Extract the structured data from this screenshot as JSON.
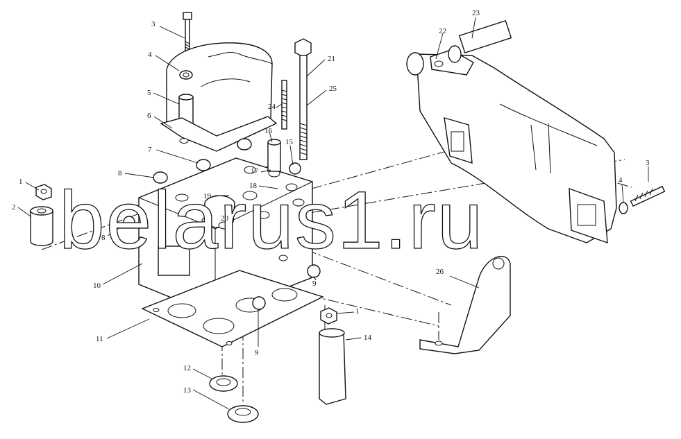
{
  "watermark": "belarus1.ru",
  "callouts": [
    {
      "id": "c3a",
      "text": "3"
    },
    {
      "id": "c4a",
      "text": "4"
    },
    {
      "id": "c5",
      "text": "5"
    },
    {
      "id": "c6",
      "text": "6"
    },
    {
      "id": "c7",
      "text": "7"
    },
    {
      "id": "c8a",
      "text": "8"
    },
    {
      "id": "c8b",
      "text": "8"
    },
    {
      "id": "c1a",
      "text": "1"
    },
    {
      "id": "c2",
      "text": "2"
    },
    {
      "id": "c10",
      "text": "10"
    },
    {
      "id": "c11",
      "text": "11"
    },
    {
      "id": "c12",
      "text": "12"
    },
    {
      "id": "c13",
      "text": "13"
    },
    {
      "id": "c9a",
      "text": "9"
    },
    {
      "id": "c9b",
      "text": "9"
    },
    {
      "id": "c1b",
      "text": "1"
    },
    {
      "id": "c14",
      "text": "14"
    },
    {
      "id": "c16",
      "text": "16"
    },
    {
      "id": "c15",
      "text": "15"
    },
    {
      "id": "c17",
      "text": "17"
    },
    {
      "id": "c18",
      "text": "18"
    },
    {
      "id": "c19",
      "text": "19"
    },
    {
      "id": "c20",
      "text": "20"
    },
    {
      "id": "c24",
      "text": "24"
    },
    {
      "id": "c21",
      "text": "21"
    },
    {
      "id": "c25",
      "text": "25"
    },
    {
      "id": "c22",
      "text": "22"
    },
    {
      "id": "c23",
      "text": "23"
    },
    {
      "id": "c3b",
      "text": "3"
    },
    {
      "id": "c4b",
      "text": "4"
    },
    {
      "id": "c26",
      "text": "26"
    }
  ]
}
